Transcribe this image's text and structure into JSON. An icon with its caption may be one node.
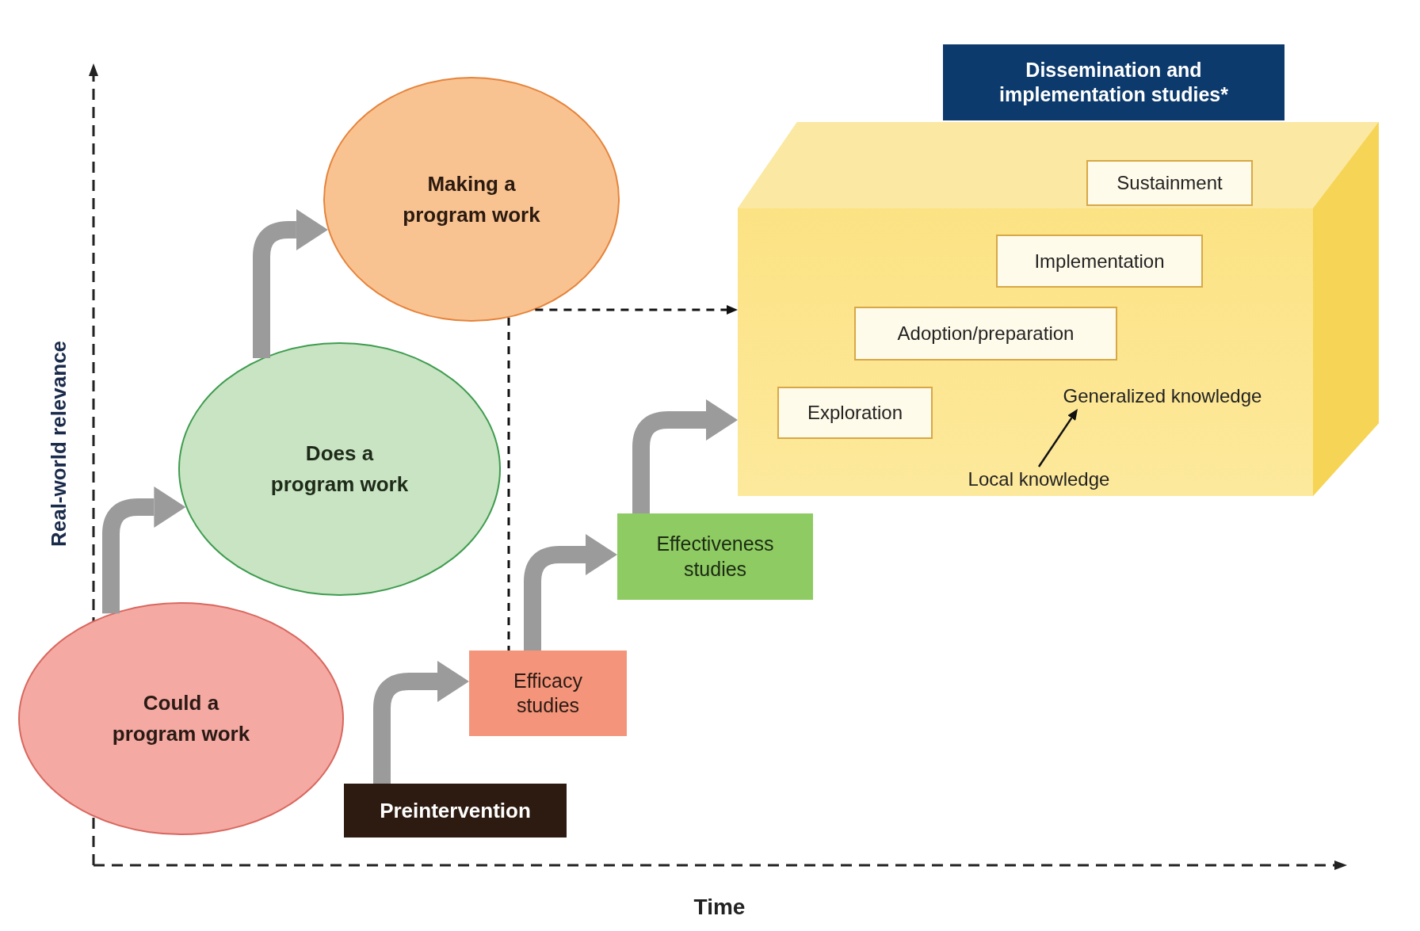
{
  "diagram": {
    "nodes": [
      {
        "text": [
          "Could a program work"
        ]
      },
      {
        "text": [
          "Does a program work"
        ]
      },
      {
        "text": [
          "Making a program work"
        ]
      },
      {
        "text": [
          "Preintervention"
        ]
      },
      {
        "text": [
          "Efficacy studies"
        ]
      },
      {
        "text": [
          "Effectiveness studies"
        ]
      },
      {
        "text": [
          "Dissemination and implementation studies*"
        ]
      },
      {
        "text": [],
        "shape": "box"
      },
      {
        "text": [
          "Sustainment"
        ],
        "in": 7
      },
      {
        "text": [
          "Implementation"
        ],
        "in": 7
      },
      {
        "text": [
          "Adoption/preparation"
        ],
        "in": 7
      },
      {
        "text": [
          "Exploration"
        ],
        "in": 7
      },
      {
        "text": [
          "Generalized knowledge"
        ],
        "in": 7
      },
      {
        "text": [
          "Local knowledge"
        ],
        "in": 7
      }
    ],
    "edges": [
      {
        "from": 0,
        "to": 1,
        "arrow": "to"
      },
      {
        "from": 1,
        "to": 2,
        "arrow": "to"
      },
      {
        "from": 3,
        "to": 4,
        "arrow": "to"
      },
      {
        "from": 4,
        "to": 5,
        "arrow": "to"
      },
      {
        "from": 5,
        "to": 7,
        "arrow": "to"
      },
      {
        "from": 2,
        "to": 4,
        "arrow": "none",
        "style": "dashed",
        "color": "#111111"
      },
      {
        "from": 2,
        "to": 7,
        "arrow": "to",
        "style": "dashed",
        "color": "#111111"
      },
      {
        "from": 13,
        "to": 12,
        "arrow": "to",
        "color": "#111111"
      }
    ],
    "labels": [
      "Real-world relevance",
      "Time"
    ]
  }
}
